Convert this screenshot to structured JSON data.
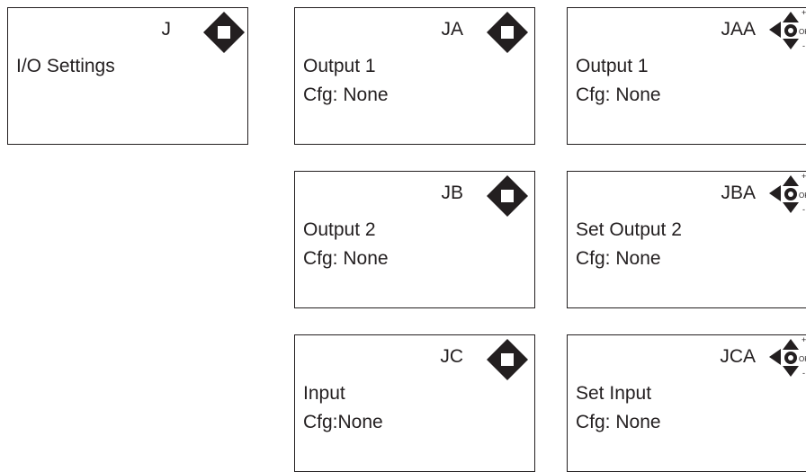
{
  "colors": {
    "ink": "#231f20",
    "background": "#ffffff"
  },
  "screens": {
    "J": {
      "code": "J",
      "line1": "I/O Settings",
      "line2": "",
      "icon": "navigate-arrows-icon"
    },
    "JA": {
      "code": "JA",
      "line1": "Output 1",
      "line2": "Cfg: None",
      "icon": "navigate-arrows-icon"
    },
    "JB": {
      "code": "JB",
      "line1": "Output 2",
      "line2": "Cfg: None",
      "icon": "navigate-arrows-icon"
    },
    "JC": {
      "code": "JC",
      "line1": "Input",
      "line2": "Cfg:None",
      "icon": "navigate-arrows-icon"
    },
    "JAA": {
      "code": "JAA",
      "line1": "Output 1",
      "line2": "Cfg: None",
      "icon": "edit-keypad-icon"
    },
    "JBA": {
      "code": "JBA",
      "line1": "Set Output 2",
      "line2": "Cfg: None",
      "icon": "edit-keypad-icon"
    },
    "JCA": {
      "code": "JCA",
      "line1": "Set Input",
      "line2": "Cfg: None",
      "icon": "edit-keypad-icon"
    }
  },
  "keypad_labels": {
    "plus": "+",
    "ok": "OK",
    "minus": "-"
  }
}
